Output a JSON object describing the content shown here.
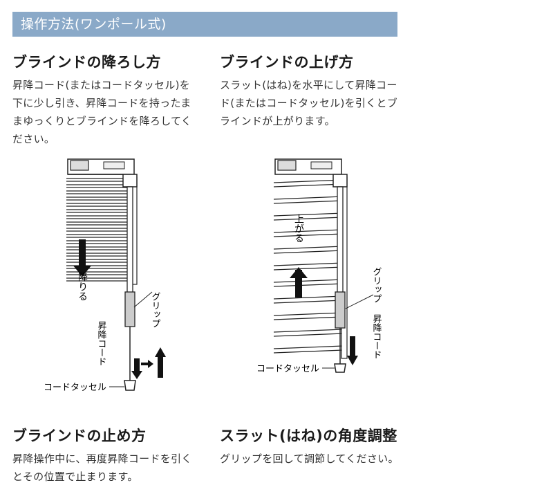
{
  "section_header": "操作方法(ワンポール式)",
  "lowering": {
    "title": "ブラインドの降ろし方",
    "text": "昇降コード(またはコードタッセル)を下に少し引き、昇降コードを持ったままゆっくりとブラインドを降ろしてください。",
    "fig_arrow_label": "降りる",
    "fig_grip": "グリップ",
    "fig_cord": "昇降コード",
    "fig_tassel": "コードタッセル"
  },
  "raising": {
    "title": "ブラインドの上げ方",
    "text": "スラット(はね)を水平にして昇降コード(またはコードタッセル)を引くとブラインドが上がります。",
    "fig_arrow_label": "上がる",
    "fig_grip": "グリップ",
    "fig_cord": "昇降コード",
    "fig_tassel": "コードタッセル"
  },
  "stopping": {
    "title": "ブラインドの止め方",
    "text": "昇降操作中に、再度昇降コードを引くとその位置で止まります。"
  },
  "angle": {
    "title": "スラット(はね)の角度調整",
    "text": "グリップを回して調節してください。"
  }
}
